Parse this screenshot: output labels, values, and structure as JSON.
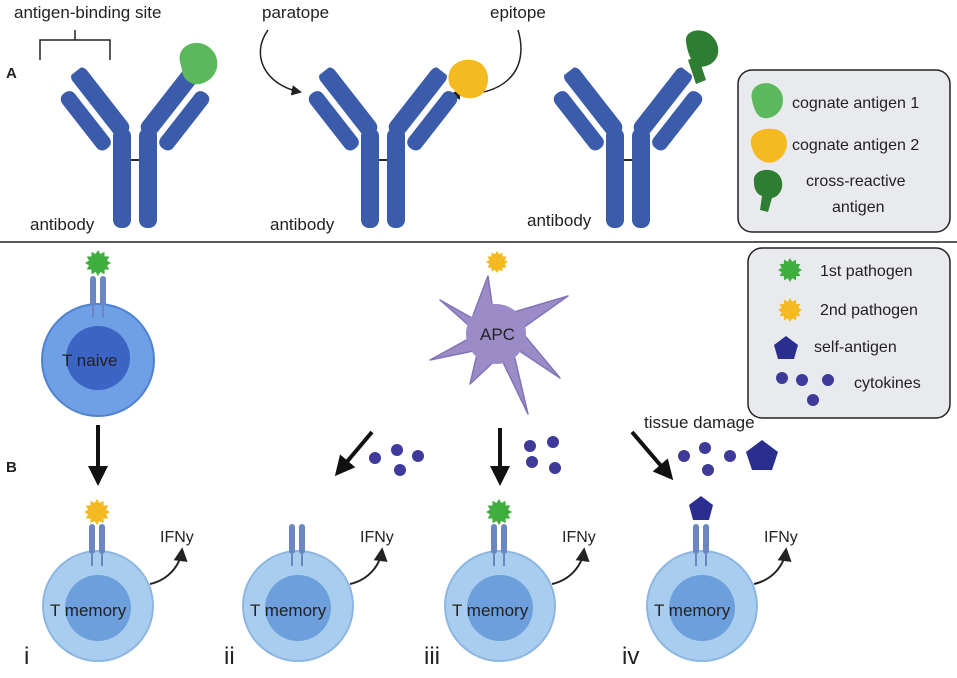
{
  "panels": {
    "a": "A",
    "b": "B"
  },
  "antibodies": {
    "label": "antibody",
    "binding_site_label": "antigen-binding site",
    "paratope_label": "paratope",
    "epitope_label": "epitope"
  },
  "legend_a": {
    "items": [
      {
        "label": "cognate antigen 1",
        "color": "#5cb85c",
        "icon": "cognate-antigen-1-icon"
      },
      {
        "label": "cognate antigen 2",
        "color": "#f5b921",
        "icon": "cognate-antigen-2-icon"
      },
      {
        "label_line1": "cross-reactive",
        "label_line2": "antigen",
        "color": "#2e7d32",
        "icon": "cross-reactive-antigen-icon"
      }
    ]
  },
  "legend_b": {
    "items": [
      {
        "label": "1st pathogen",
        "color": "#3fae3f",
        "icon": "first-pathogen-icon"
      },
      {
        "label": "2nd pathogen",
        "color": "#f5b921",
        "icon": "second-pathogen-icon"
      },
      {
        "label": "self-antigen",
        "color": "#2a2f8f",
        "icon": "self-antigen-icon"
      },
      {
        "label": "cytokines",
        "color": "#3d3a9a",
        "icon": "cytokines-icon"
      }
    ]
  },
  "cells": {
    "naive": "T naive",
    "apc": "APC",
    "memory": "T memory",
    "ifn": "IFNy",
    "tissue_damage": "tissue damage"
  },
  "scenarios": [
    "i",
    "ii",
    "iii",
    "iv"
  ],
  "colors": {
    "antibody": "#3b5bab",
    "naive_outer": "#6fa0e6",
    "naive_inner": "#3b64c4",
    "memory_outer": "#a9cdee",
    "memory_inner": "#6d9fdc",
    "apc": "#9b8cc8",
    "receptor": "#6b86c0",
    "legend_bg": "#e9eaee"
  }
}
